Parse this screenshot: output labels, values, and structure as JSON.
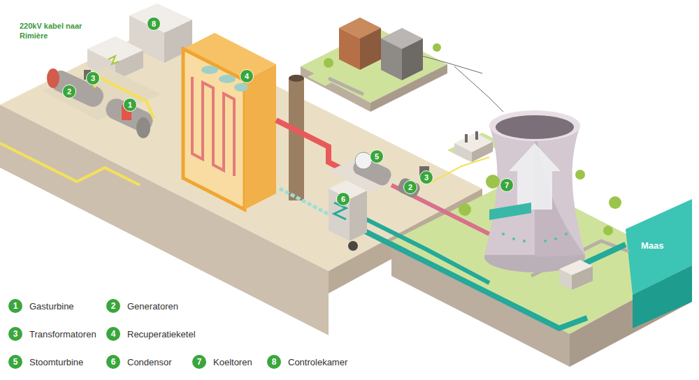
{
  "diagram": {
    "labels": [
      "220kV kabel naar Rimière",
      "8",
      "3",
      "2",
      "1",
      "4",
      "5",
      "3",
      "2",
      "6",
      "7",
      "Maas",
      "1",
      "2",
      "3",
      "4",
      "5",
      "6",
      "7",
      "8"
    ],
    "legend": [
      {
        "text": "Gasturbine",
        "color": "#3aa63c"
      },
      {
        "text": "Generatoren",
        "color": "#3aa63c"
      },
      {
        "text": "Transformatoren",
        "color": "#3aa63c"
      },
      {
        "text": "Recuperatieketel",
        "color": "#3aa63c"
      },
      {
        "text": "Stoomturbine",
        "color": "#3aa63c"
      },
      {
        "text": "Condensor",
        "color": "#3aa63c"
      },
      {
        "text": "Koeltoren",
        "color": "#3aa63c"
      },
      {
        "text": "Controlekamer",
        "color": "#3aa63c"
      }
    ]
  }
}
